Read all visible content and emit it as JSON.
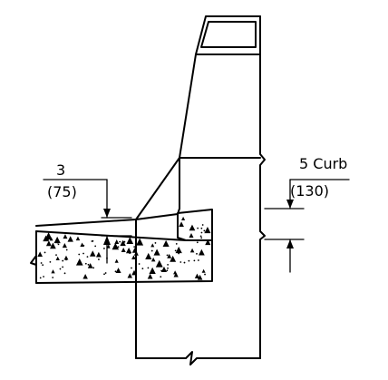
{
  "dimensions": {
    "pavement_depth": {
      "value": "3",
      "metric": "(75)"
    },
    "curb_height": {
      "value": "5 Curb",
      "metric": "(130)"
    }
  }
}
